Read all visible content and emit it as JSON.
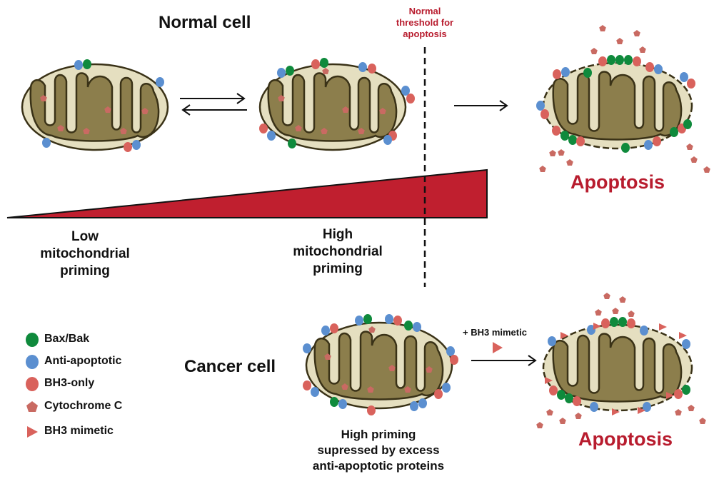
{
  "labels": {
    "normal_cell": "Normal cell",
    "cancer_cell": "Cancer cell",
    "threshold": [
      "Normal",
      "threshold for",
      "apoptosis"
    ],
    "low_priming": [
      "Low",
      "mitochondrial",
      "priming"
    ],
    "high_priming": [
      "High",
      "mitochondrial",
      "priming"
    ],
    "apoptosis_top": "Apoptosis",
    "apoptosis_bottom": "Apoptosis",
    "bh3_mimetic_arrow": "+ BH3 mimetic",
    "cancer_caption": [
      "High priming",
      "supressed by excess",
      "anti-apoptotic proteins"
    ]
  },
  "legend": [
    {
      "label": "Bax/Bak",
      "icon": "green-oval-icon",
      "color": "#0f8a3c"
    },
    {
      "label": "Anti-apoptotic",
      "icon": "blue-oval-icon",
      "color": "#5b8fd0"
    },
    {
      "label": "BH3-only",
      "icon": "red-oval-icon",
      "color": "#d9625c"
    },
    {
      "label": "Cytochrome C",
      "icon": "pentagon-icon",
      "color": "#c96a62"
    },
    {
      "label": "BH3 mimetic",
      "icon": "triangle-icon",
      "color": "#d9625c"
    }
  ],
  "colors": {
    "membrane_fill": "#e5dfc0",
    "cristae_fill": "#8c7e4c",
    "outline": "#3a3217",
    "gradient_red": "#c01f2f",
    "title_red": "#b81c2e"
  }
}
